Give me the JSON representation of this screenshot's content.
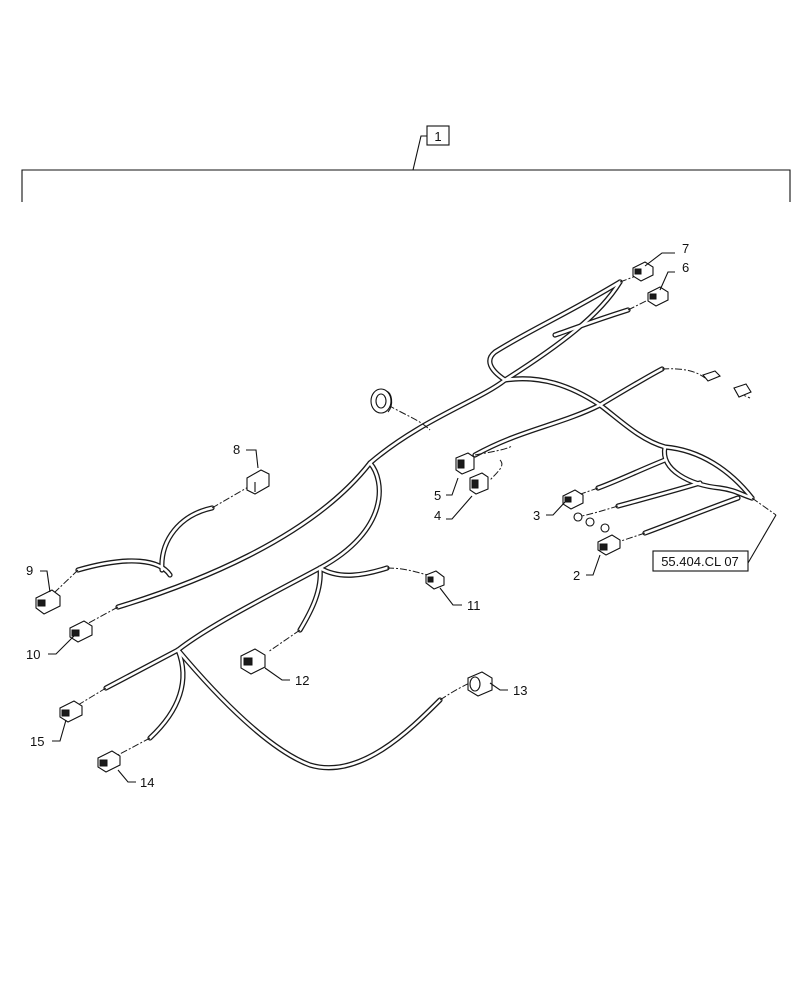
{
  "assembly": {
    "label": "1"
  },
  "reference": {
    "label": "55.404.CL 07"
  },
  "callouts": [
    {
      "id": "c7",
      "label": "7",
      "icon": "connector-icon"
    },
    {
      "id": "c6",
      "label": "6",
      "icon": "connector-icon"
    },
    {
      "id": "c8",
      "label": "8",
      "icon": "connector-icon"
    },
    {
      "id": "c5",
      "label": "5",
      "icon": "relay-icon"
    },
    {
      "id": "c4",
      "label": "4",
      "icon": "relay-icon"
    },
    {
      "id": "c3",
      "label": "3",
      "icon": "connector-icon"
    },
    {
      "id": "c2",
      "label": "2",
      "icon": "connector-icon"
    },
    {
      "id": "c9",
      "label": "9",
      "icon": "connector-icon"
    },
    {
      "id": "c10",
      "label": "10",
      "icon": "connector-icon"
    },
    {
      "id": "c11",
      "label": "11",
      "icon": "connector-icon"
    },
    {
      "id": "c12",
      "label": "12",
      "icon": "connector-icon"
    },
    {
      "id": "c13",
      "label": "13",
      "icon": "connector-icon"
    },
    {
      "id": "c15",
      "label": "15",
      "icon": "connector-icon"
    },
    {
      "id": "c14",
      "label": "14",
      "icon": "connector-icon"
    }
  ],
  "other_parts": [
    "grommet-icon",
    "ring-terminal-icon"
  ]
}
